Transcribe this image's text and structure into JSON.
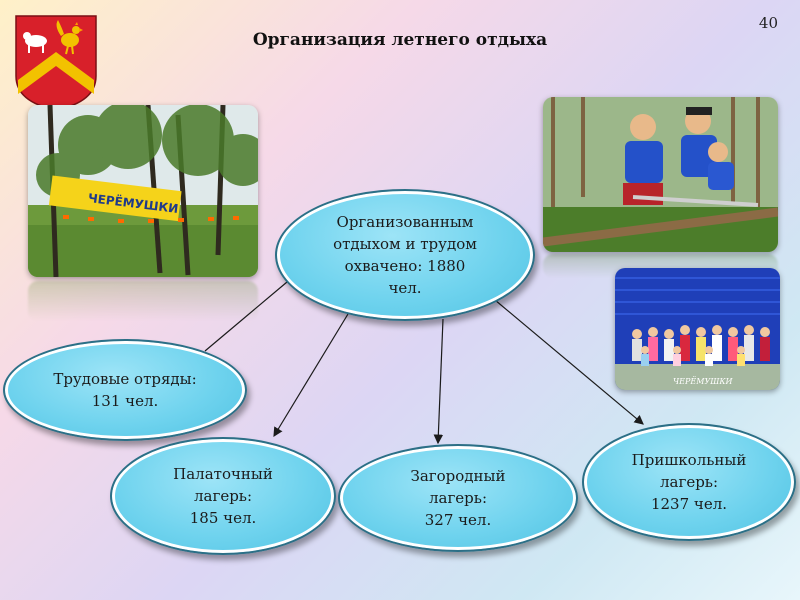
{
  "slide": {
    "number": "40",
    "title": "Организация летнего отдыха"
  },
  "diagram": {
    "central": "Организованным\nотдыхом и трудом\nохвачено: 1880\nчел.",
    "labor": "Трудовые отряды:\n131 чел.",
    "tent": "Палаточный\nлагерь:\n185 чел.",
    "country": "Загородный\nлагерь:\n327 чел.",
    "school": "Пришкольный\nлагерь:\n1237 чел."
  },
  "photos": {
    "camp_banner": "ЧЕРЁМУШКИ",
    "group_caption": "ЧЕРЁМУШКИ"
  },
  "colors": {
    "bubble_fill": "#6fd3ee",
    "bubble_border": "#2c6f86",
    "crest_red": "#d8202a",
    "crest_gold": "#f2c200"
  }
}
